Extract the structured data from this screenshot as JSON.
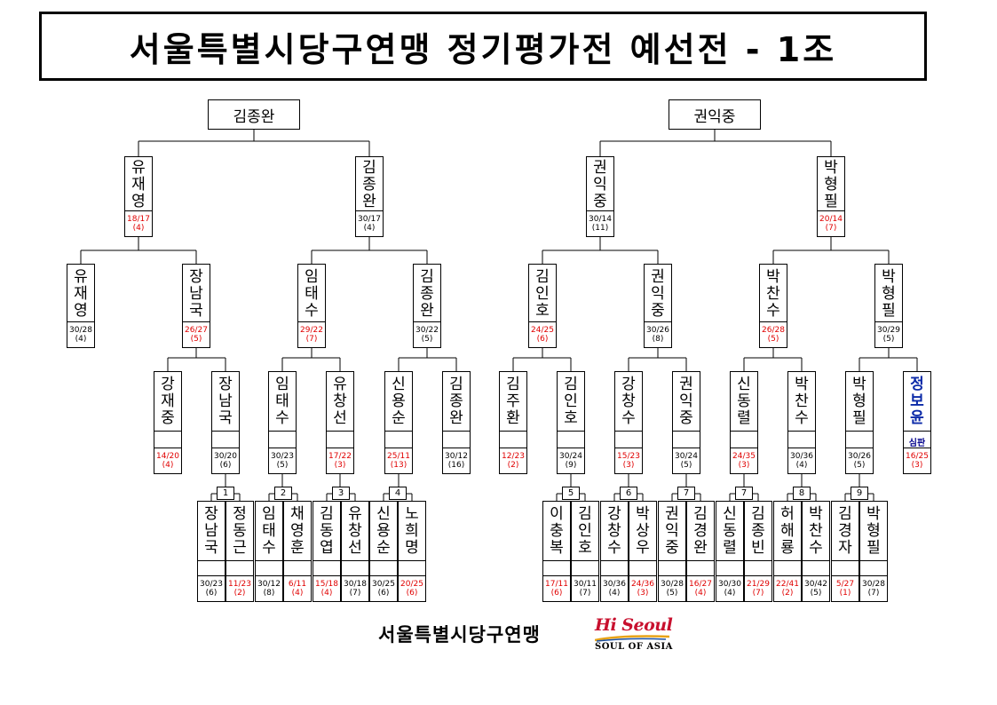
{
  "title": "서울특별시당구연맹 정기평가전 예선전 - 1조",
  "footer": {
    "organization": "서울특별시당구연맹",
    "logo_text": "Hi Seoul",
    "logo_tagline": "SOUL OF ASIA"
  },
  "colors": {
    "win": "#000000",
    "loss": "#e00000",
    "referee": "#0b2aa8"
  },
  "left_bracket": {
    "champion": "김종완",
    "semifinal": [
      {
        "name": "유재영",
        "score": "18/17",
        "innings": "(4)",
        "result": "loss"
      },
      {
        "name": "김종완",
        "score": "30/17",
        "innings": "(4)",
        "result": "win"
      }
    ],
    "quarterfinal": [
      {
        "name": "유재영",
        "score": "30/28",
        "innings": "(4)",
        "result": "win"
      },
      {
        "name": "장남국",
        "score": "26/27",
        "innings": "(5)",
        "result": "loss"
      },
      {
        "name": "임태수",
        "score": "29/22",
        "innings": "(7)",
        "result": "loss"
      },
      {
        "name": "김종완",
        "score": "30/22",
        "innings": "(5)",
        "result": "win"
      }
    ],
    "round16": [
      {
        "name": "강재중",
        "score": "14/20",
        "innings": "(4)",
        "result": "loss"
      },
      {
        "name": "장남국",
        "score": "30/20",
        "innings": "(6)",
        "result": "win"
      },
      {
        "name": "임태수",
        "score": "30/23",
        "innings": "(5)",
        "result": "win"
      },
      {
        "name": "유창선",
        "score": "17/22",
        "innings": "(3)",
        "result": "loss"
      },
      {
        "name": "신용순",
        "score": "25/11",
        "innings": "(13)",
        "result": "loss"
      },
      {
        "name": "김종완",
        "score": "30/12",
        "innings": "(16)",
        "result": "win"
      }
    ],
    "round32": [
      {
        "game": "1",
        "players": [
          {
            "name": "장남국",
            "score": "30/23",
            "innings": "(6)",
            "result": "win"
          },
          {
            "name": "정동근",
            "score": "11/23",
            "innings": "(2)",
            "result": "loss"
          }
        ]
      },
      {
        "game": "2",
        "players": [
          {
            "name": "임태수",
            "score": "30/12",
            "innings": "(8)",
            "result": "win"
          },
          {
            "name": "채영훈",
            "score": "6/11",
            "innings": "(4)",
            "result": "loss"
          }
        ]
      },
      {
        "game": "3",
        "players": [
          {
            "name": "김동엽",
            "score": "15/18",
            "innings": "(4)",
            "result": "loss"
          },
          {
            "name": "유창선",
            "score": "30/18",
            "innings": "(7)",
            "result": "win"
          }
        ]
      },
      {
        "game": "4",
        "players": [
          {
            "name": "신용순",
            "score": "30/25",
            "innings": "(6)",
            "result": "win"
          },
          {
            "name": "노희명",
            "score": "20/25",
            "innings": "(6)",
            "result": "loss"
          }
        ]
      }
    ]
  },
  "right_bracket": {
    "champion": "권익중",
    "semifinal": [
      {
        "name": "권익중",
        "score": "30/14",
        "innings": "(11)",
        "result": "win"
      },
      {
        "name": "박형필",
        "score": "20/14",
        "innings": "(7)",
        "result": "loss"
      }
    ],
    "quarterfinal": [
      {
        "name": "김인호",
        "score": "24/25",
        "innings": "(6)",
        "result": "loss"
      },
      {
        "name": "권익중",
        "score": "30/26",
        "innings": "(8)",
        "result": "win"
      },
      {
        "name": "박찬수",
        "score": "26/28",
        "innings": "(5)",
        "result": "loss"
      },
      {
        "name": "박형필",
        "score": "30/29",
        "innings": "(5)",
        "result": "win"
      }
    ],
    "round16": [
      {
        "name": "김주환",
        "score": "12/23",
        "innings": "(2)",
        "result": "loss"
      },
      {
        "name": "김인호",
        "score": "30/24",
        "innings": "(9)",
        "result": "win"
      },
      {
        "name": "강창수",
        "score": "15/23",
        "innings": "(3)",
        "result": "loss"
      },
      {
        "name": "권익중",
        "score": "30/24",
        "innings": "(5)",
        "result": "win"
      },
      {
        "name": "신동렬",
        "score": "24/35",
        "innings": "(3)",
        "result": "loss"
      },
      {
        "name": "박찬수",
        "score": "30/36",
        "innings": "(4)",
        "result": "win"
      },
      {
        "name": "박형필",
        "score": "30/26",
        "innings": "(5)",
        "result": "win"
      },
      {
        "name": "정보윤",
        "score": "16/25",
        "innings": "(3)",
        "result": "loss",
        "referee_label": "심판"
      }
    ],
    "round32": [
      {
        "game": "5",
        "players": [
          {
            "name": "이충복",
            "score": "17/11",
            "innings": "(6)",
            "result": "loss"
          },
          {
            "name": "김인호",
            "score": "30/11",
            "innings": "(7)",
            "result": "win"
          }
        ]
      },
      {
        "game": "6",
        "players": [
          {
            "name": "강창수",
            "score": "30/36",
            "innings": "(4)",
            "result": "win"
          },
          {
            "name": "박상우",
            "score": "24/36",
            "innings": "(3)",
            "result": "loss"
          }
        ]
      },
      {
        "game": "7",
        "players": [
          {
            "name": "권익중",
            "score": "30/28",
            "innings": "(5)",
            "result": "win"
          },
          {
            "name": "김경완",
            "score": "16/27",
            "innings": "(4)",
            "result": "loss"
          }
        ]
      },
      {
        "game": "7",
        "players": [
          {
            "name": "신동렬",
            "score": "30/30",
            "innings": "(4)",
            "result": "win"
          },
          {
            "name": "김종빈",
            "score": "21/29",
            "innings": "(7)",
            "result": "loss"
          }
        ]
      },
      {
        "game": "8",
        "players": [
          {
            "name": "허해룡",
            "score": "22/41",
            "innings": "(2)",
            "result": "loss"
          },
          {
            "name": "박찬수",
            "score": "30/42",
            "innings": "(5)",
            "result": "win"
          }
        ]
      },
      {
        "game": "9",
        "players": [
          {
            "name": "김경자",
            "score": "5/27",
            "innings": "(1)",
            "result": "loss"
          },
          {
            "name": "박형필",
            "score": "30/28",
            "innings": "(7)",
            "result": "win"
          }
        ]
      }
    ]
  }
}
